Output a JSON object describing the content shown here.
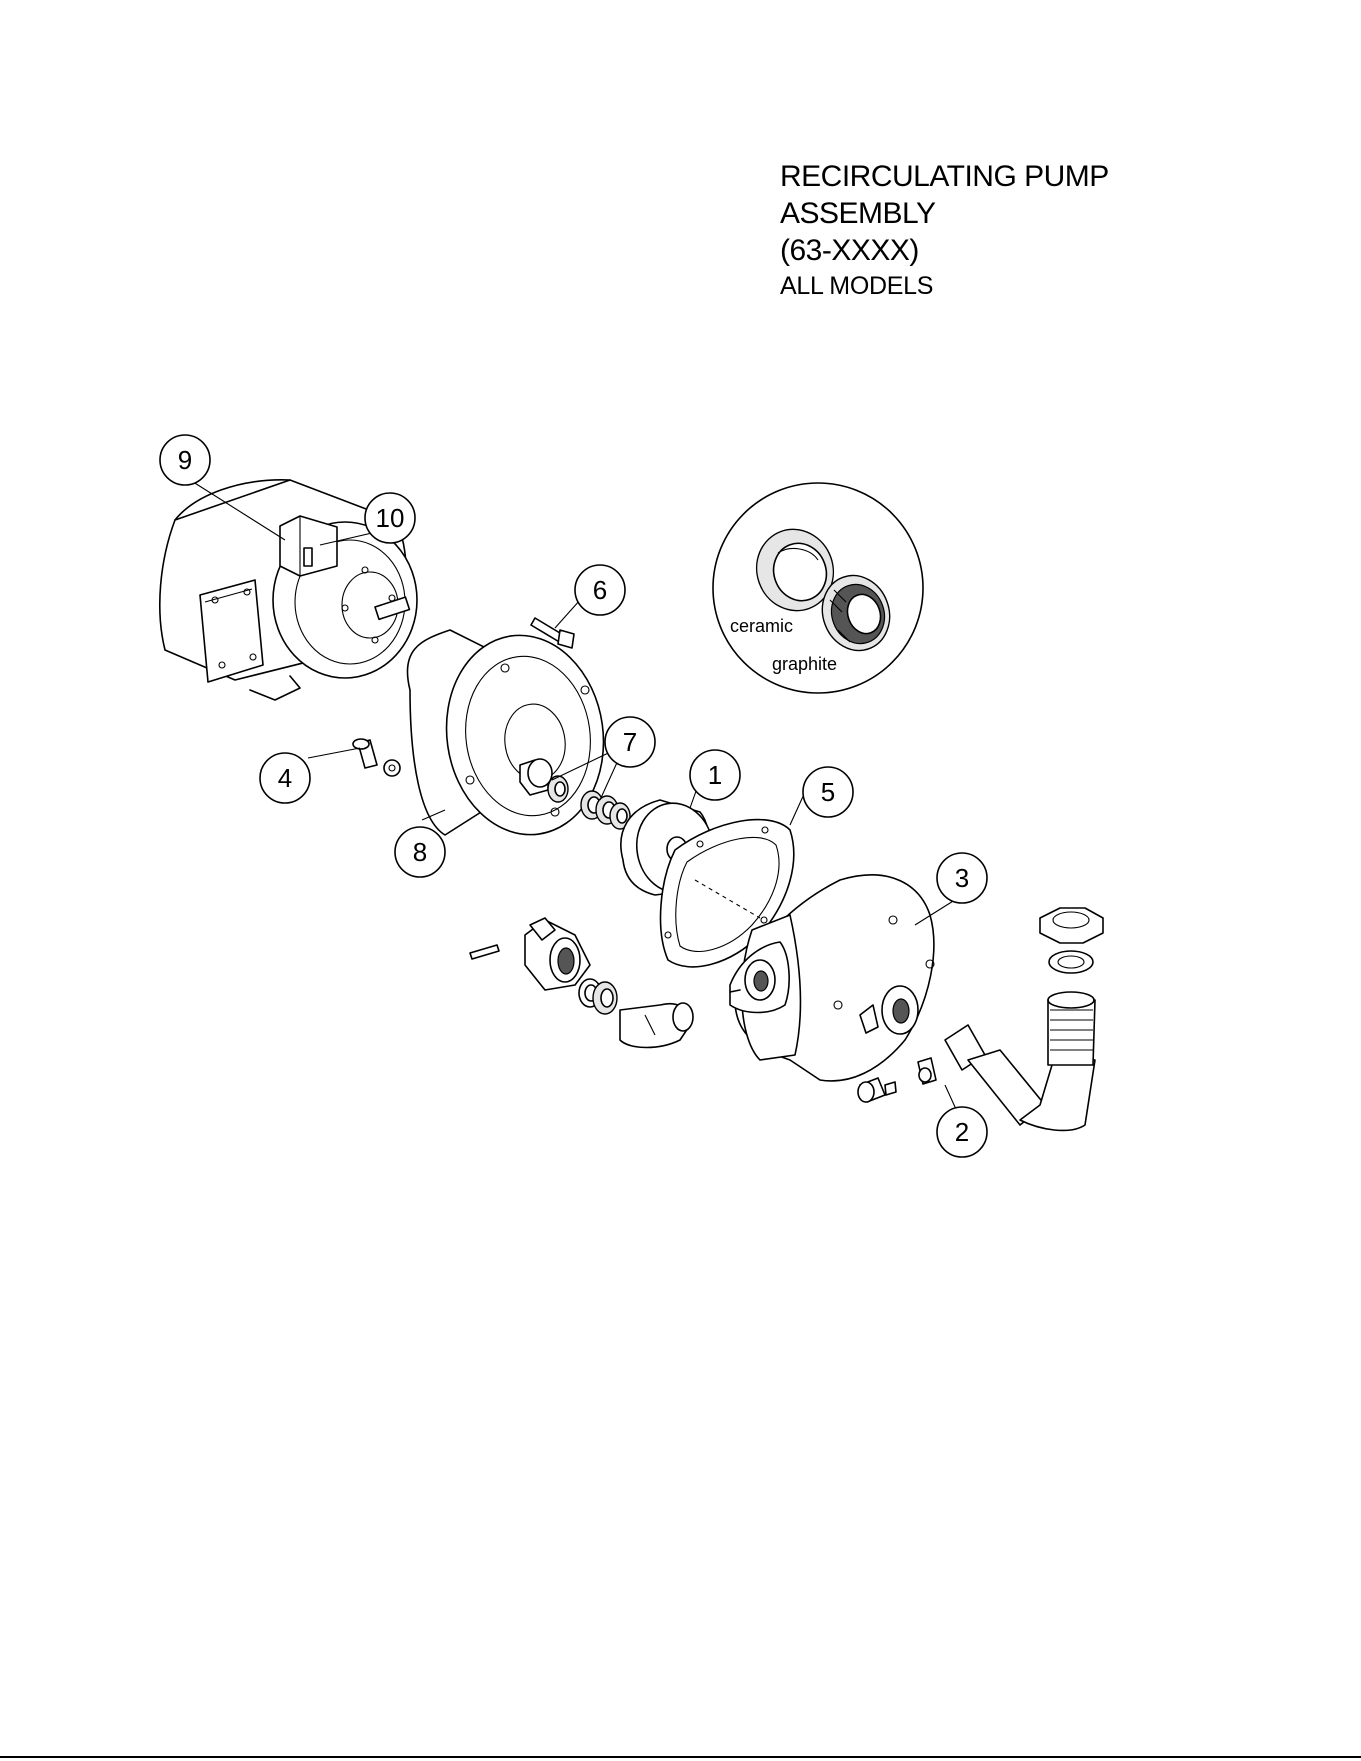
{
  "title": {
    "line1": "RECIRCULATING PUMP",
    "line2": "ASSEMBLY",
    "line3": "(63-XXXX)",
    "line4": "ALL MODELS"
  },
  "inset": {
    "label_ceramic": "ceramic",
    "label_graphite": "graphite"
  },
  "callouts": [
    "1",
    "2",
    "3",
    "4",
    "5",
    "6",
    "7",
    "8",
    "9",
    "10"
  ]
}
